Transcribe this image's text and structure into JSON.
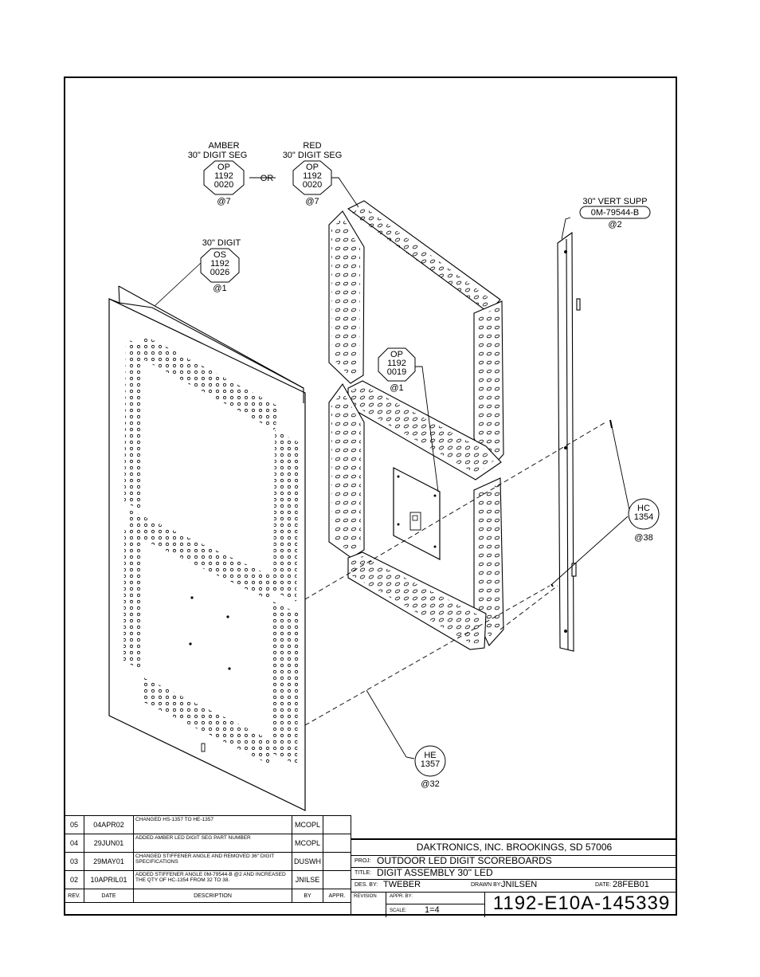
{
  "labels": {
    "amber_title": "AMBER",
    "amber_sub": "30\" DIGIT SEG",
    "red_title": "RED",
    "red_sub": "30\" DIGIT SEG",
    "or": "OR",
    "seg_part": [
      "OP",
      "1192",
      "0020"
    ],
    "seg_qty_amber": "@7",
    "seg_qty_red": "@7",
    "digit_title": "30\" DIGIT",
    "digit_part": [
      "OS",
      "1192",
      "0026"
    ],
    "digit_qty": "@1",
    "vert_supp_title": "30\" VERT SUPP",
    "vert_supp_part": "0M-79544-B",
    "vert_supp_qty": "@2",
    "board_part": [
      "OP",
      "1192",
      "0019"
    ],
    "board_qty": "@1",
    "hc_part": [
      "HC",
      "1354"
    ],
    "hc_qty": "@38",
    "he_part": [
      "HE",
      "1357"
    ],
    "he_qty": "@32"
  },
  "revisions": {
    "header": {
      "rev": "REV.",
      "date": "DATE",
      "description": "DESCRIPTION",
      "by": "BY",
      "appr": "APPR."
    },
    "rows": [
      {
        "rev": "05",
        "date": "04APR02",
        "description": "CHANGED HS-1357 TO HE-1357",
        "by": "MCOPL",
        "appr": ""
      },
      {
        "rev": "04",
        "date": "29JUN01",
        "description": "ADDED AMBER LED DIGIT SEG PART NUMBER",
        "by": "MCOPL",
        "appr": ""
      },
      {
        "rev": "03",
        "date": "29MAY01",
        "description": "CHANGED STIFFENER ANGLE AND REMOVED 36\" DIGIT SPECIFICATIONS",
        "by": "DUSWH",
        "appr": ""
      },
      {
        "rev": "02",
        "date": "10APRIL01",
        "description": "ADDED STIFFENER ANGLE 0M-79544-B @2 AND INCREASED THE QTY OF HC-1354 FROM 32 TO 38.",
        "by": "JNILSE",
        "appr": ""
      }
    ]
  },
  "title_block": {
    "company": "DAKTRONICS, INC.   BROOKINGS, SD 57006",
    "proj_label": "PROJ:",
    "proj": "OUTDOOR LED DIGIT SCOREBOARDS",
    "title_label": "TITLE:",
    "title": "DIGIT ASSEMBLY 30\"   LED",
    "des_by_label": "DES. BY:",
    "des_by": "TWEBER",
    "drawn_by_label": "DRAWN BY:",
    "drawn_by": "JNILSEN",
    "date_label": "DATE:",
    "date": "28FEB01",
    "revision_label": "REVISION",
    "appr_by_label": "APPR. BY:",
    "appr_by": "",
    "scale_label": "SCALE:",
    "scale": "1=4",
    "drawing_number": "1192-E10A-145339"
  }
}
